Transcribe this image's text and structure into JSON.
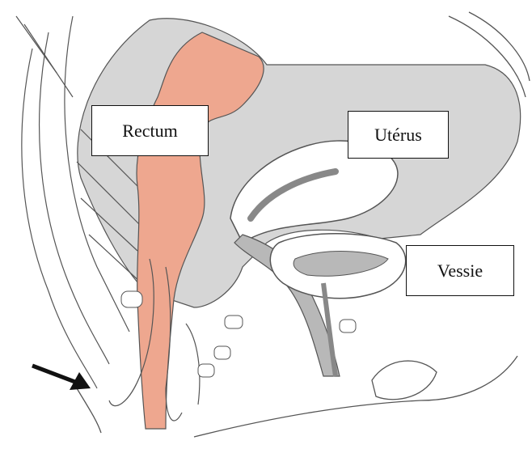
{
  "labels": {
    "rectum": "Rectum",
    "uterus": "Utérus",
    "vessie": "Vessie"
  },
  "colors": {
    "rectum_fill": "#EEA78F",
    "peritoneum_gray": "#D6D6D6",
    "wall_gray": "#B8B8B8",
    "line": "#555555",
    "arrow": "#111111",
    "background": "#FFFFFF"
  },
  "icons": {
    "pointer": "arrow-icon"
  }
}
